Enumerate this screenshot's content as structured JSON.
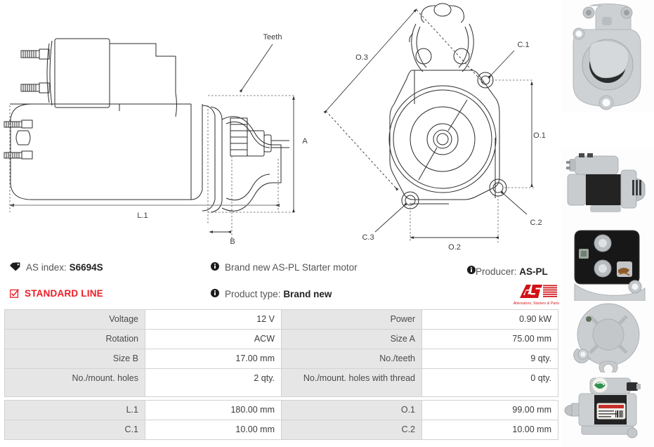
{
  "product": {
    "as_index_label": "AS index:",
    "as_index_value": "S6694S",
    "line_badge": "STANDARD LINE",
    "description": "Brand new AS-PL Starter motor",
    "product_type_label": "Product type:",
    "product_type_value": "Brand new",
    "producer_label": "Producer:",
    "producer_value": "AS-PL"
  },
  "logo": {
    "mark": "AS",
    "tagline": "Alternators, Starters & Parts",
    "color": "#d01217"
  },
  "icons": {
    "tag": "tag-icon",
    "check": "check-square-icon",
    "info": "info-icon"
  },
  "drawings": {
    "side_view": {
      "labels": {
        "teeth": "Teeth",
        "a": "A",
        "b": "B",
        "l1": "L.1"
      }
    },
    "front_view": {
      "labels": {
        "o1": "O.1",
        "o2": "O.2",
        "o3": "O.3",
        "c1": "C.1",
        "c2": "C.2",
        "c3": "C.3"
      }
    }
  },
  "spec_table": {
    "rows": [
      {
        "k1": "Voltage",
        "v1": "12 V",
        "k2": "Power",
        "v2": "0.90 kW"
      },
      {
        "k1": "Rotation",
        "v1": "ACW",
        "k2": "Size A",
        "v2": "75.00 mm"
      },
      {
        "k1": "Size B",
        "v1": "17.00 mm",
        "k2": "No./teeth",
        "v2": "9 qty."
      },
      {
        "k1": "No./mount. holes",
        "v1": "2 qty.",
        "k2": "No./mount. holes with thread",
        "v2": "0 qty."
      },
      {
        "k1": "L.1",
        "v1": "180.00 mm",
        "k2": "O.1",
        "v2": "99.00 mm"
      },
      {
        "k1": "C.1",
        "v1": "10.00 mm",
        "k2": "C.2",
        "v2": "10.00 mm"
      }
    ]
  },
  "photos": [
    {
      "name": "starter-front-face-photo"
    },
    {
      "name": "starter-side-profile-photo"
    },
    {
      "name": "starter-solenoid-terminals-photo"
    },
    {
      "name": "starter-rear-cap-photo"
    },
    {
      "name": "starter-labelled-body-photo"
    }
  ],
  "colors": {
    "accent_red": "#ee1c25",
    "table_header_bg": "#e6e6e6",
    "table_border": "#d2d2d2",
    "text": "#3c3c3c"
  }
}
